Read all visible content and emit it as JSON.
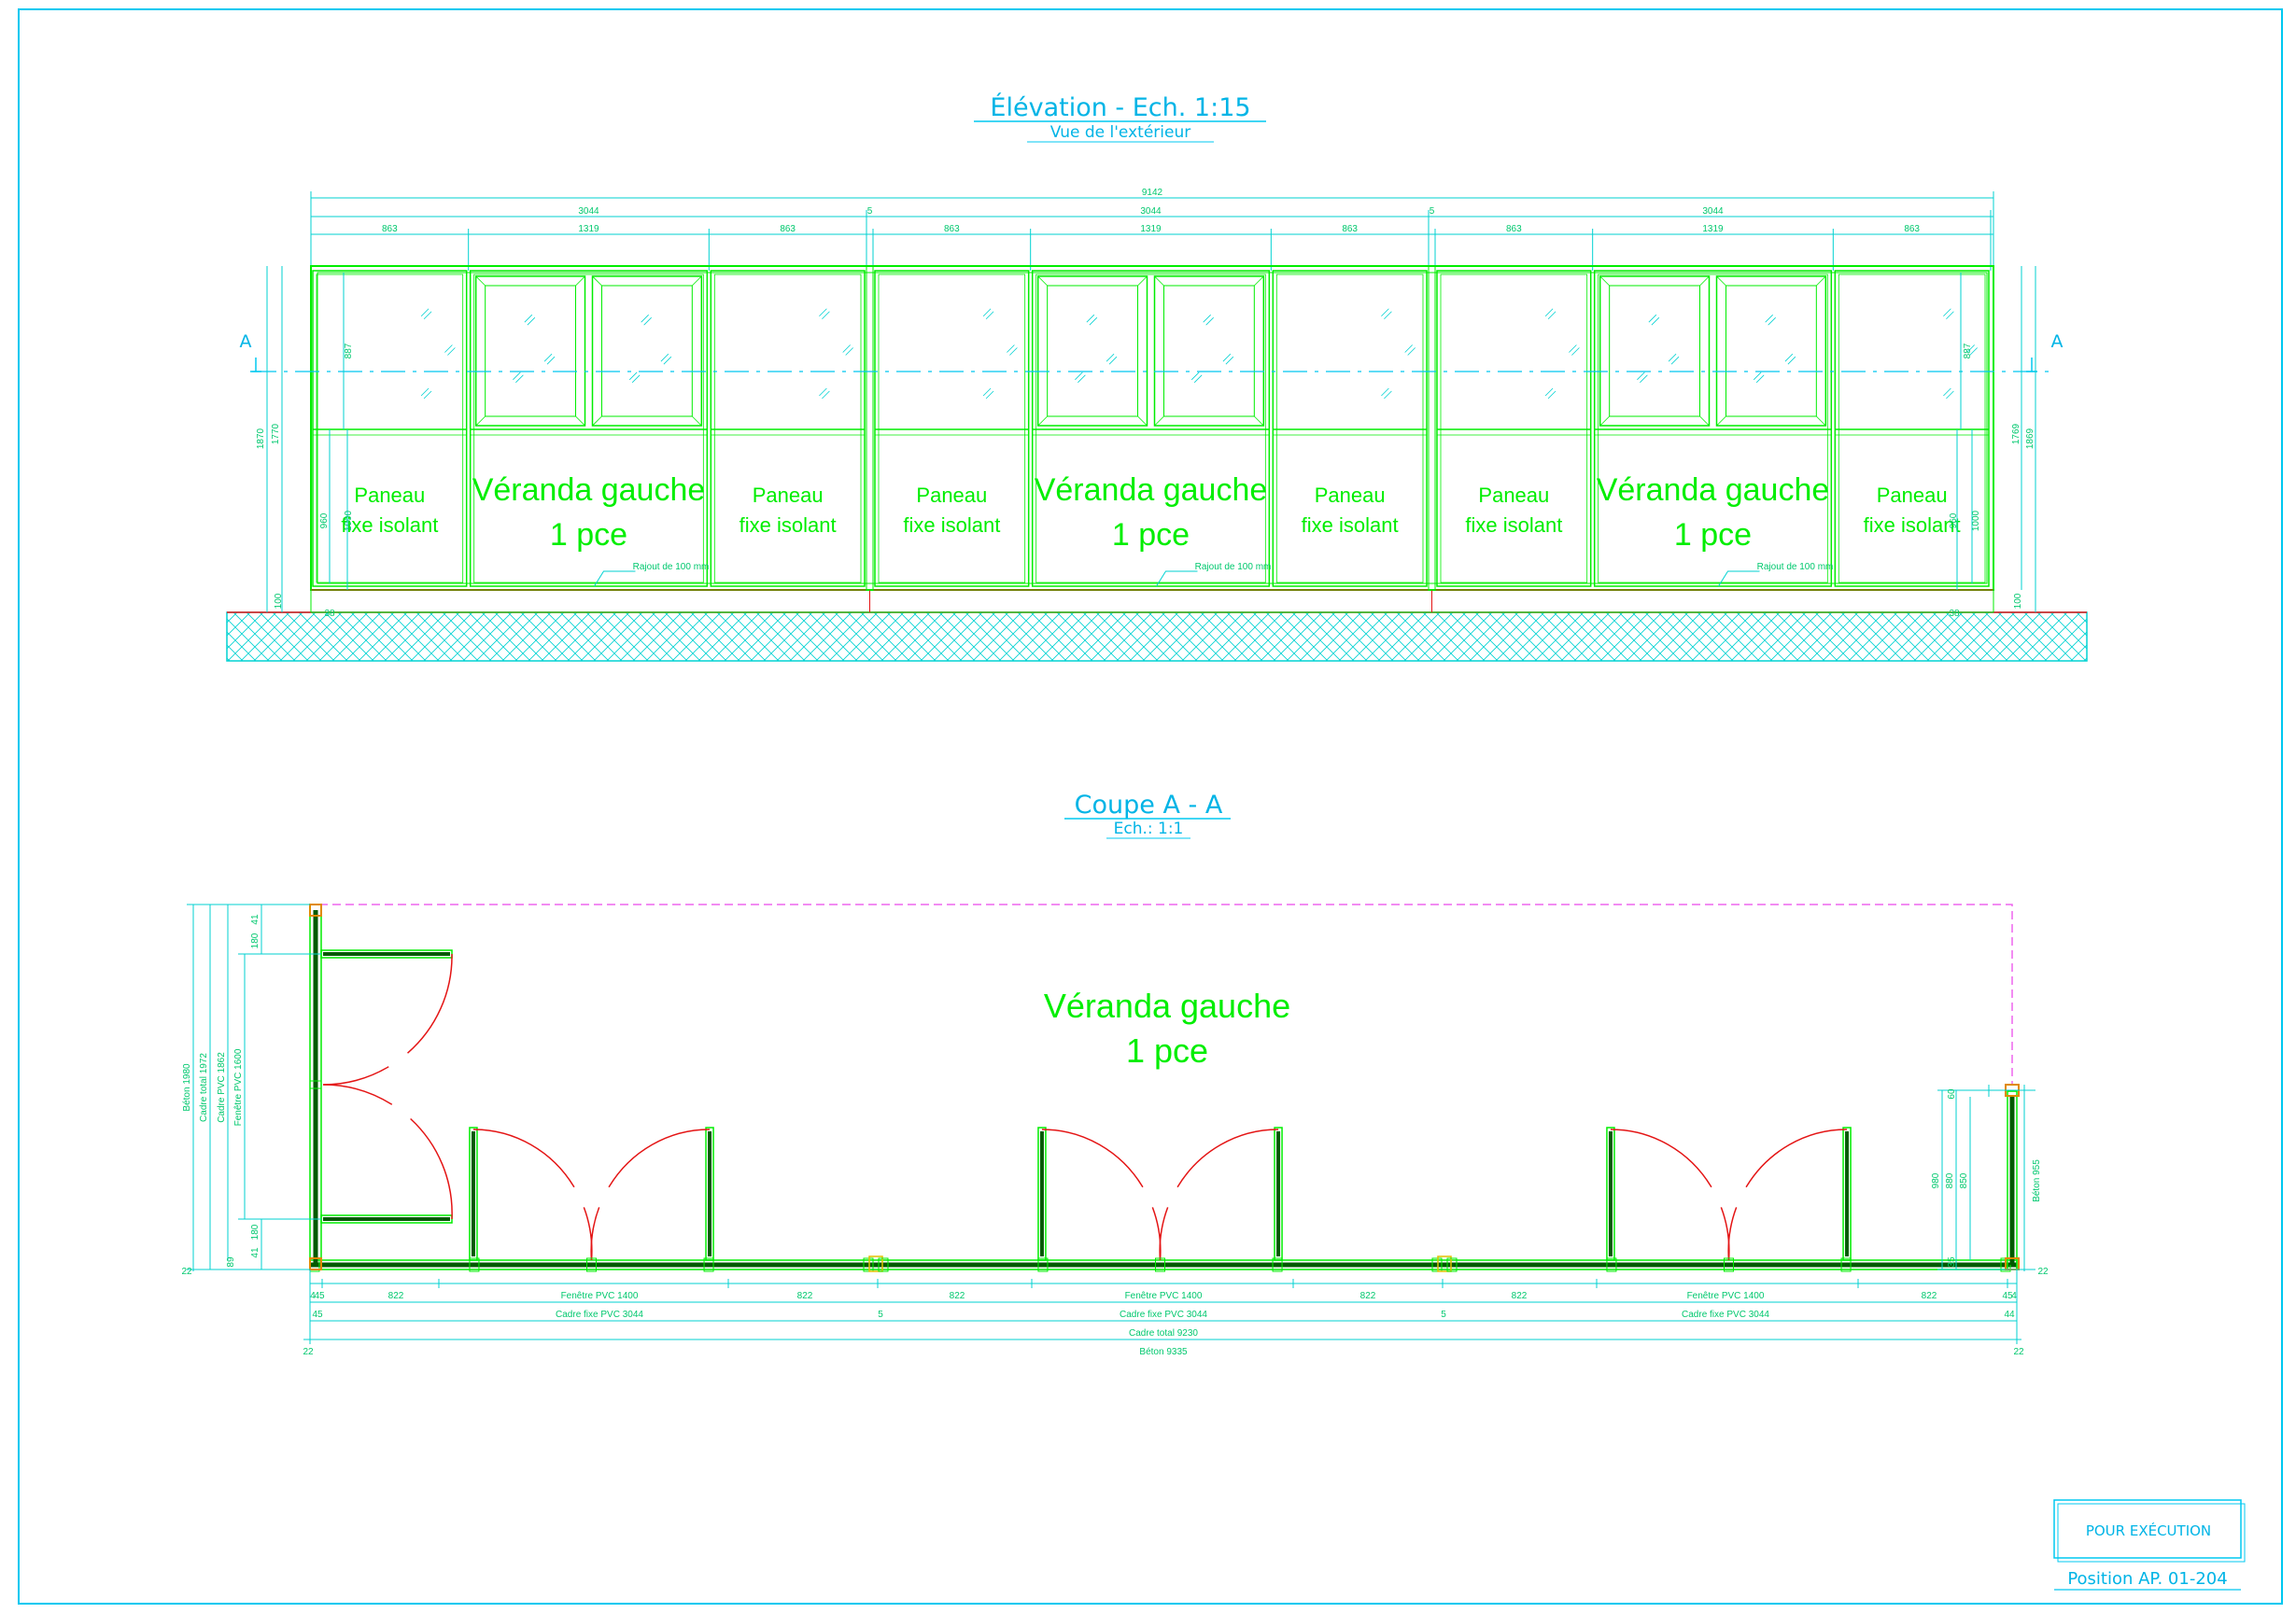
{
  "elevation": {
    "title": "Élévation - Ech. 1:15",
    "subtitle": "Vue de l'extérieur",
    "section_mark": "A",
    "dim_total": "9142",
    "dim_groups": [
      "3044",
      "5",
      "3044",
      "5",
      "3044"
    ],
    "dim_segments": [
      "863",
      "1319",
      "863",
      "863",
      "1319",
      "863",
      "863",
      "1319",
      "863"
    ],
    "left_dims": [
      "1870",
      "1770",
      "887",
      "960",
      "1000",
      "100"
    ],
    "right_dims": [
      "887",
      "1769",
      "1869",
      "960",
      "1000",
      "100"
    ],
    "bottom_small": "38",
    "panel_label_line1": "Paneau",
    "panel_label_line2": "fixe isolant",
    "veranda_line1": "Véranda gauche",
    "veranda_line2": "1 pce",
    "rajout": "Rajout de 100 mm"
  },
  "section": {
    "title": "Coupe A - A",
    "subtitle": "Ech.: 1:1",
    "veranda_line1": "Véranda gauche",
    "veranda_line2": "1 pce",
    "left_dims": [
      "Béton 1980",
      "Cadre total 1972",
      "Cadre PVC 1862",
      "Fenêtre PVC 1600",
      "41",
      "180",
      "180",
      "41",
      "89",
      "22"
    ],
    "right_dims": [
      "Béton 955",
      "980",
      "880",
      "850",
      "60",
      "35",
      "22"
    ],
    "bottom_row1": [
      "4",
      "45",
      "822",
      "Fenêtre PVC 1400",
      "822",
      "822",
      "Fenêtre PVC 1400",
      "822",
      "822",
      "Fenêtre PVC 1400",
      "822",
      "45",
      "4"
    ],
    "bottom_row2": [
      "45",
      "Cadre fixe PVC 3044",
      "5",
      "Cadre fixe PVC 3044",
      "5",
      "Cadre fixe PVC 3044",
      "44"
    ],
    "bottom_row3": "Cadre total 9230",
    "bottom_row4": "Béton 9335",
    "bottom_row4_left": "22",
    "bottom_row4_right": "22"
  },
  "stamp": {
    "label": "POUR EXÉCUTION",
    "position": "Position AP. 01-204"
  },
  "colors": {
    "frame": "#00c8f0",
    "profile": "#00ee00",
    "dimension": "#00d2d2",
    "door_swing": "#e41414",
    "outline": "#ee66ee"
  }
}
